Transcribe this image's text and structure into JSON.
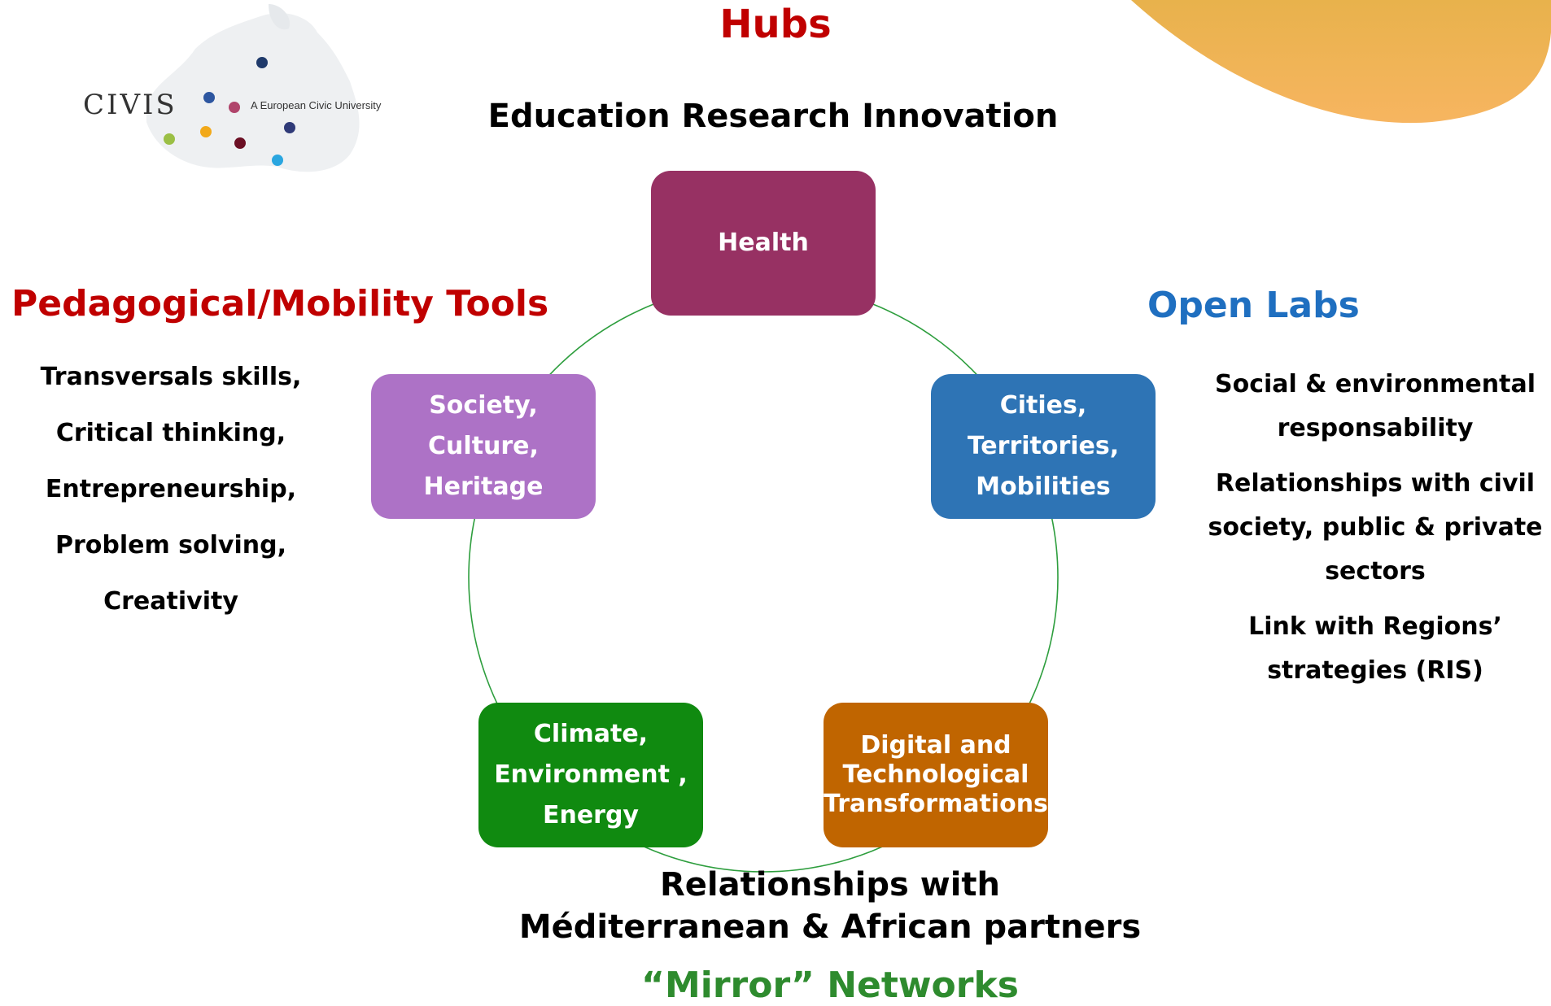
{
  "title": "Hubs",
  "subtitle": "Education Research Innovation",
  "logo": {
    "name": "CIVIS",
    "tagline": "A European Civic University",
    "dot_colors": [
      "#1F3A6B",
      "#2D56A0",
      "#B0446B",
      "#F2A91A",
      "#9BBF45",
      "#6B0F24",
      "#2AA6E0",
      "#2F3A78"
    ]
  },
  "hubs": [
    {
      "label": "Health",
      "color": "#973163"
    },
    {
      "label": "Cities,\nTerritories,\nMobilities",
      "color": "#2E74B5"
    },
    {
      "label": "Digital and\nTechnological\nTransformations",
      "color": "#C06500"
    },
    {
      "label": "Climate,\nEnvironment ,\nEnergy",
      "color": "#108A10"
    },
    {
      "label": "Society,\nCulture,\nHeritage",
      "color": "#AD72C6"
    }
  ],
  "ring_color": "#2E9E3E",
  "pedagogical": {
    "heading": "Pedagogical/Mobility Tools",
    "items": [
      "Transversals skills,",
      "Critical thinking,",
      "Entrepreneurship,",
      "Problem solving,",
      "Creativity"
    ]
  },
  "open_labs": {
    "heading": "Open Labs",
    "items": [
      "Social & environmental responsability",
      "Relationships with civil society, public & private sectors",
      "Link with Regions’ strategies (RIS)"
    ]
  },
  "bottom": {
    "line1": "Relationships with",
    "line2": "Méditerranean & African partners",
    "mirror": "“Mirror” Networks"
  },
  "accent": {
    "red": "#C00000",
    "blue": "#1F6FC0",
    "green": "#2E8B2E",
    "blob": "#F5B24C"
  }
}
